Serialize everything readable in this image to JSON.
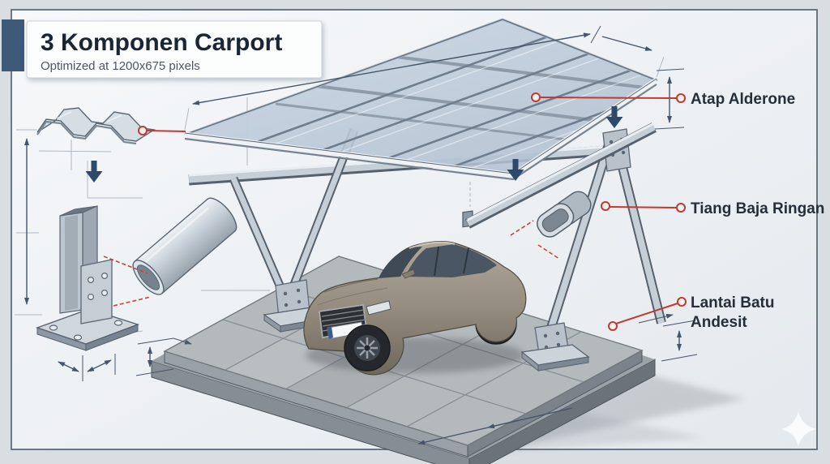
{
  "header": {
    "title": "3 Komponen Carport",
    "subtitle": "Optimized at 1200x675 pixels"
  },
  "annotations": {
    "roof_label": "Atap Alderone",
    "post_label": "Tiang Baja Ringan",
    "floor_label_line1": "Lantai Batu",
    "floor_label_line2": "Andesit"
  },
  "icons": {
    "sparkle": "four-point-sparkle",
    "down_arrow": "bold-down-arrow",
    "leader_ring": "red-ring-endpoint"
  },
  "colors": {
    "outer_bg": "#d9dee3",
    "panel_bg": "#eef1f4",
    "panel_border": "#5d6b79",
    "accent_navy": "#3e5a78",
    "title_text": "#1a2535",
    "subtitle_text": "#4d5662",
    "label_text": "#262e39",
    "leader_red": "#bf3a32",
    "dimension_line": "#45566a",
    "bold_arrow": "#2d4a6b",
    "steel_light": "#ccd4db",
    "steel_outline": "#5a6673",
    "roof_glass": "#c3d0dd",
    "car_body": "#958d7f",
    "floor_tile": "#b4b9bc"
  }
}
